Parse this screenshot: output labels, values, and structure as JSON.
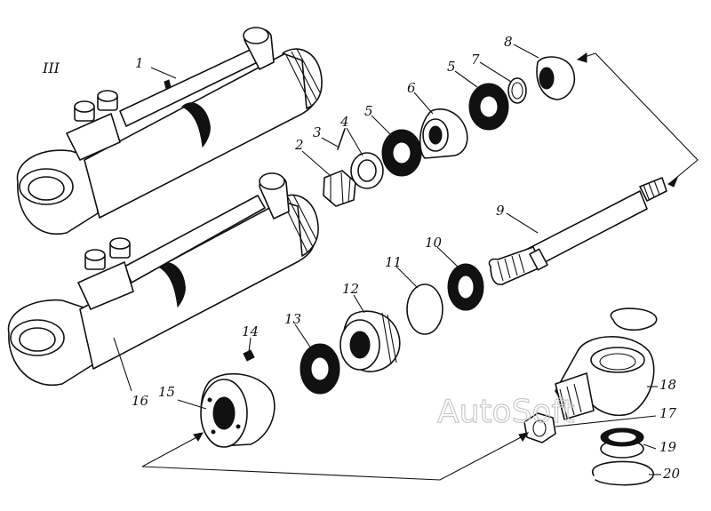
{
  "view_label": "III",
  "watermark": "AutoSoft",
  "labels": {
    "p1": "1",
    "p2": "2",
    "p3": "3",
    "p4": "4",
    "p5a": "5",
    "p5b": "5",
    "p6": "6",
    "p7": "7",
    "p8": "8",
    "p9": "9",
    "p10": "10",
    "p11": "11",
    "p12": "12",
    "p13": "13",
    "p14": "14",
    "p15": "15",
    "p16": "16",
    "p17": "17",
    "p18": "18",
    "p19": "19",
    "p20": "20"
  }
}
